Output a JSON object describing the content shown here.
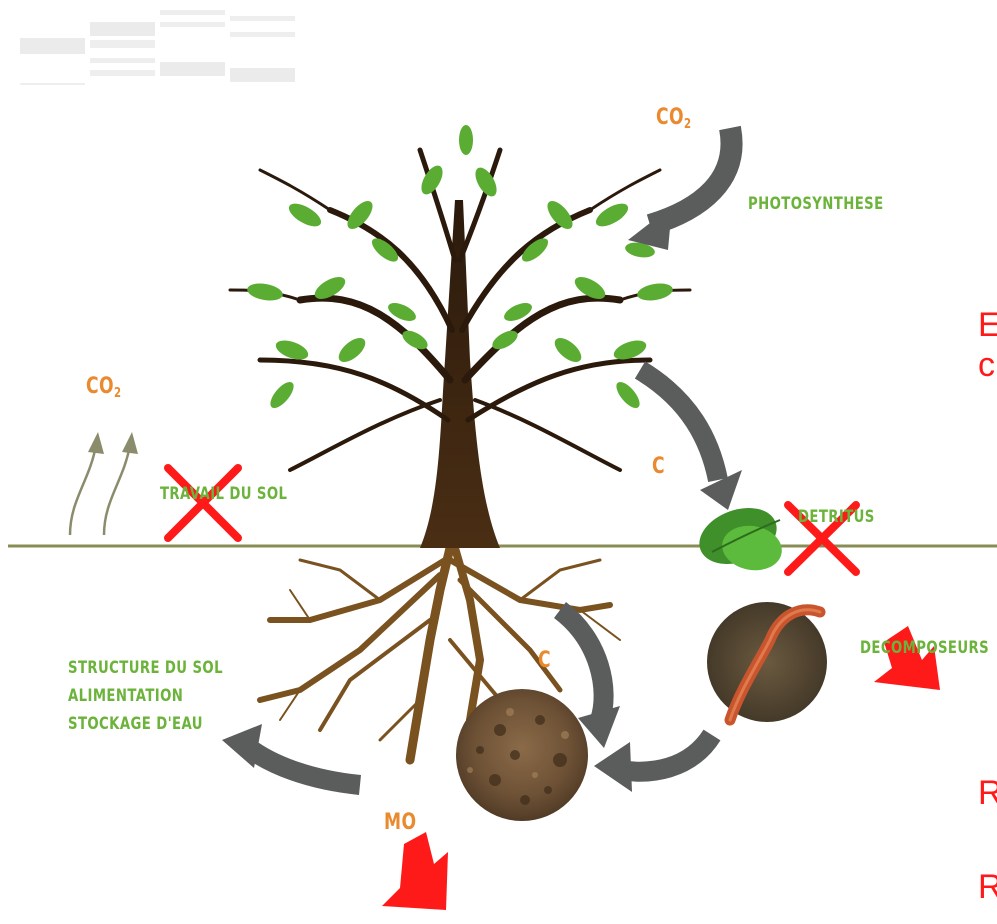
{
  "labels": {
    "co2_top": "CO",
    "co2_top_sub": "2",
    "photosynthese": "PHOTOSYNTHESE",
    "co2_left": "CO",
    "co2_left_sub": "2",
    "travail_du_sol": "TRAVAIL DU SOL",
    "c_upper": "C",
    "detritus": "DETRITUS",
    "c_lower": "C",
    "decomposeurs": "DECOMPOSEURS",
    "structure_du_sol": "STRUCTURE DU SOL",
    "alimentation": "ALIMENTATION",
    "stockage_eau": "STOCKAGE D'EAU",
    "mo": "MO"
  },
  "overlay_text": {
    "line1": "E",
    "line2": "c",
    "line3": "R",
    "line4": "R"
  },
  "colors": {
    "leaf": "#5aad32",
    "trunk": "#3a2412",
    "root": "#7a5220",
    "arrow": "#5b5d5c",
    "ground": "#8a8c56",
    "label_green": "#6bb33a",
    "label_orange": "#ea8a2f",
    "annotation_red": "#ff1a1a"
  }
}
